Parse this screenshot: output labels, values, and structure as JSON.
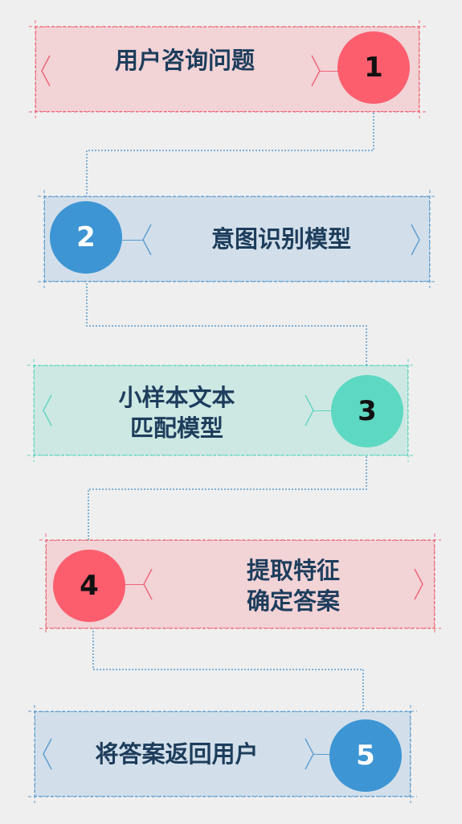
{
  "steps": [
    {
      "number": "1",
      "lines": [
        "用户咨询问题"
      ],
      "theme": "red"
    },
    {
      "number": "2",
      "lines": [
        "意图识别模型"
      ],
      "theme": "blue"
    },
    {
      "number": "3",
      "lines": [
        "小样本文本",
        "匹配模型"
      ],
      "theme": "teal"
    },
    {
      "number": "4",
      "lines": [
        "提取特征",
        "确定答案"
      ],
      "theme": "red"
    },
    {
      "number": "5",
      "lines": [
        "将答案返回用户"
      ],
      "theme": "blue"
    }
  ],
  "colors": {
    "red": {
      "fill": "#f2d3d6",
      "border": "#ec6473",
      "badge": "#fc5e6e",
      "badge_text": "#111111"
    },
    "blue": {
      "fill": "#d2dfea",
      "border": "#5a9bcf",
      "badge": "#3d95d4",
      "badge_text": "#ffffff"
    },
    "teal": {
      "fill": "#cde8e3",
      "border": "#5fd4bf",
      "badge": "#5dd8c2",
      "badge_text": "#111111"
    },
    "connector": "#5a9bcf",
    "text": "#1d3d5c"
  }
}
